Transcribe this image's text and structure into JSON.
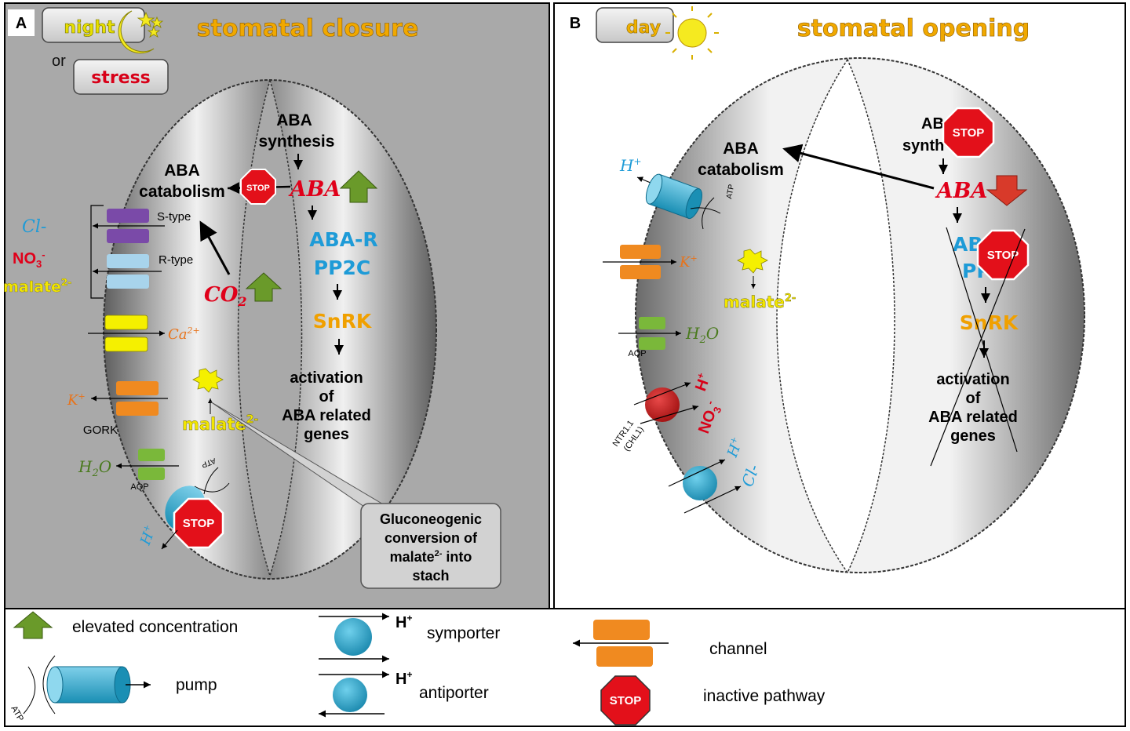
{
  "panel_a": {
    "letter": "A",
    "badge_night": "night",
    "or_text": "or",
    "badge_stress": "stress",
    "title": "stomatal closure",
    "aba_synthesis_1": "ABA",
    "aba_synthesis_2": "synthesis",
    "aba_catabolism_1": "ABA",
    "aba_catabolism_2": "catabolism",
    "stop": "STOP",
    "aba": "ABA",
    "aba_r": "ABA-R",
    "pp2c": "PP2C",
    "snrk": "SnRK",
    "activation_1": "activation",
    "activation_2": "of",
    "activation_3": "ABA related",
    "activation_4": "genes",
    "s_type": "S-type",
    "r_type": "R-type",
    "cl": "Cl",
    "no3": "NO",
    "no3_sub": "3",
    "malate_left": "malate",
    "malate_charge": "2-",
    "co2": "CO",
    "co2_sub": "2",
    "ca": "Ca",
    "ca_charge": "2+",
    "k": "K",
    "plus": "+",
    "gork": "GORK",
    "h2o": "H",
    "h2o_sub": "2",
    "h2o_o": "O",
    "aqp": "AQP",
    "atp": "ATP",
    "malate_center": "malate",
    "h_plus": "H",
    "callout_1": "Gluconeogenic",
    "callout_2": "conversion of",
    "callout_3": "malate",
    "callout_3b": " into",
    "callout_4": "stach"
  },
  "panel_b": {
    "letter": "B",
    "badge_day": "day",
    "title": "stomatal opening",
    "aba_syn_1": "AB",
    "aba_syn_2": "synth",
    "aba_catabolism_1": "ABA",
    "aba_catabolism_2": "catabolism",
    "stop": "STOP",
    "aba": "ABA",
    "aba_r": "AB",
    "pp2c": "PP2",
    "snrk": "SnRK",
    "activation_1": "activation",
    "activation_2": "of",
    "activation_3": "ABA related",
    "activation_4": "genes",
    "h_plus": "H",
    "atp": "ATP",
    "k": "K",
    "malate": "malate",
    "malate_charge": "2-",
    "h2o": "H",
    "h2o_sub": "2",
    "h2o_o": "O",
    "aqp": "AQP",
    "ntr_1": "NTR1.1",
    "ntr_2": "(CHL1)",
    "no3": "NO",
    "no3_sub": "3",
    "cl": "Cl"
  },
  "legend": {
    "elevated": "elevated concentration",
    "symporter": "symporter",
    "antiporter": "antiporter",
    "h_plus": "H",
    "pump": "pump",
    "atp": "ATP",
    "channel": "channel",
    "inactive": "inactive pathway",
    "stop": "STOP"
  },
  "colors": {
    "panel_a_bg": "#a9a9a9",
    "title_orange": "#f0a800",
    "aba_red": "#e0001a",
    "receptor_blue": "#1e9bd7",
    "snrk_orange": "#f0a000",
    "malate_yellow": "#f2e600",
    "ion_orange": "#e8731a",
    "h2o_green": "#4a7a1e",
    "stop_red": "#e3101a",
    "arrow_green": "#6a9a2a"
  }
}
